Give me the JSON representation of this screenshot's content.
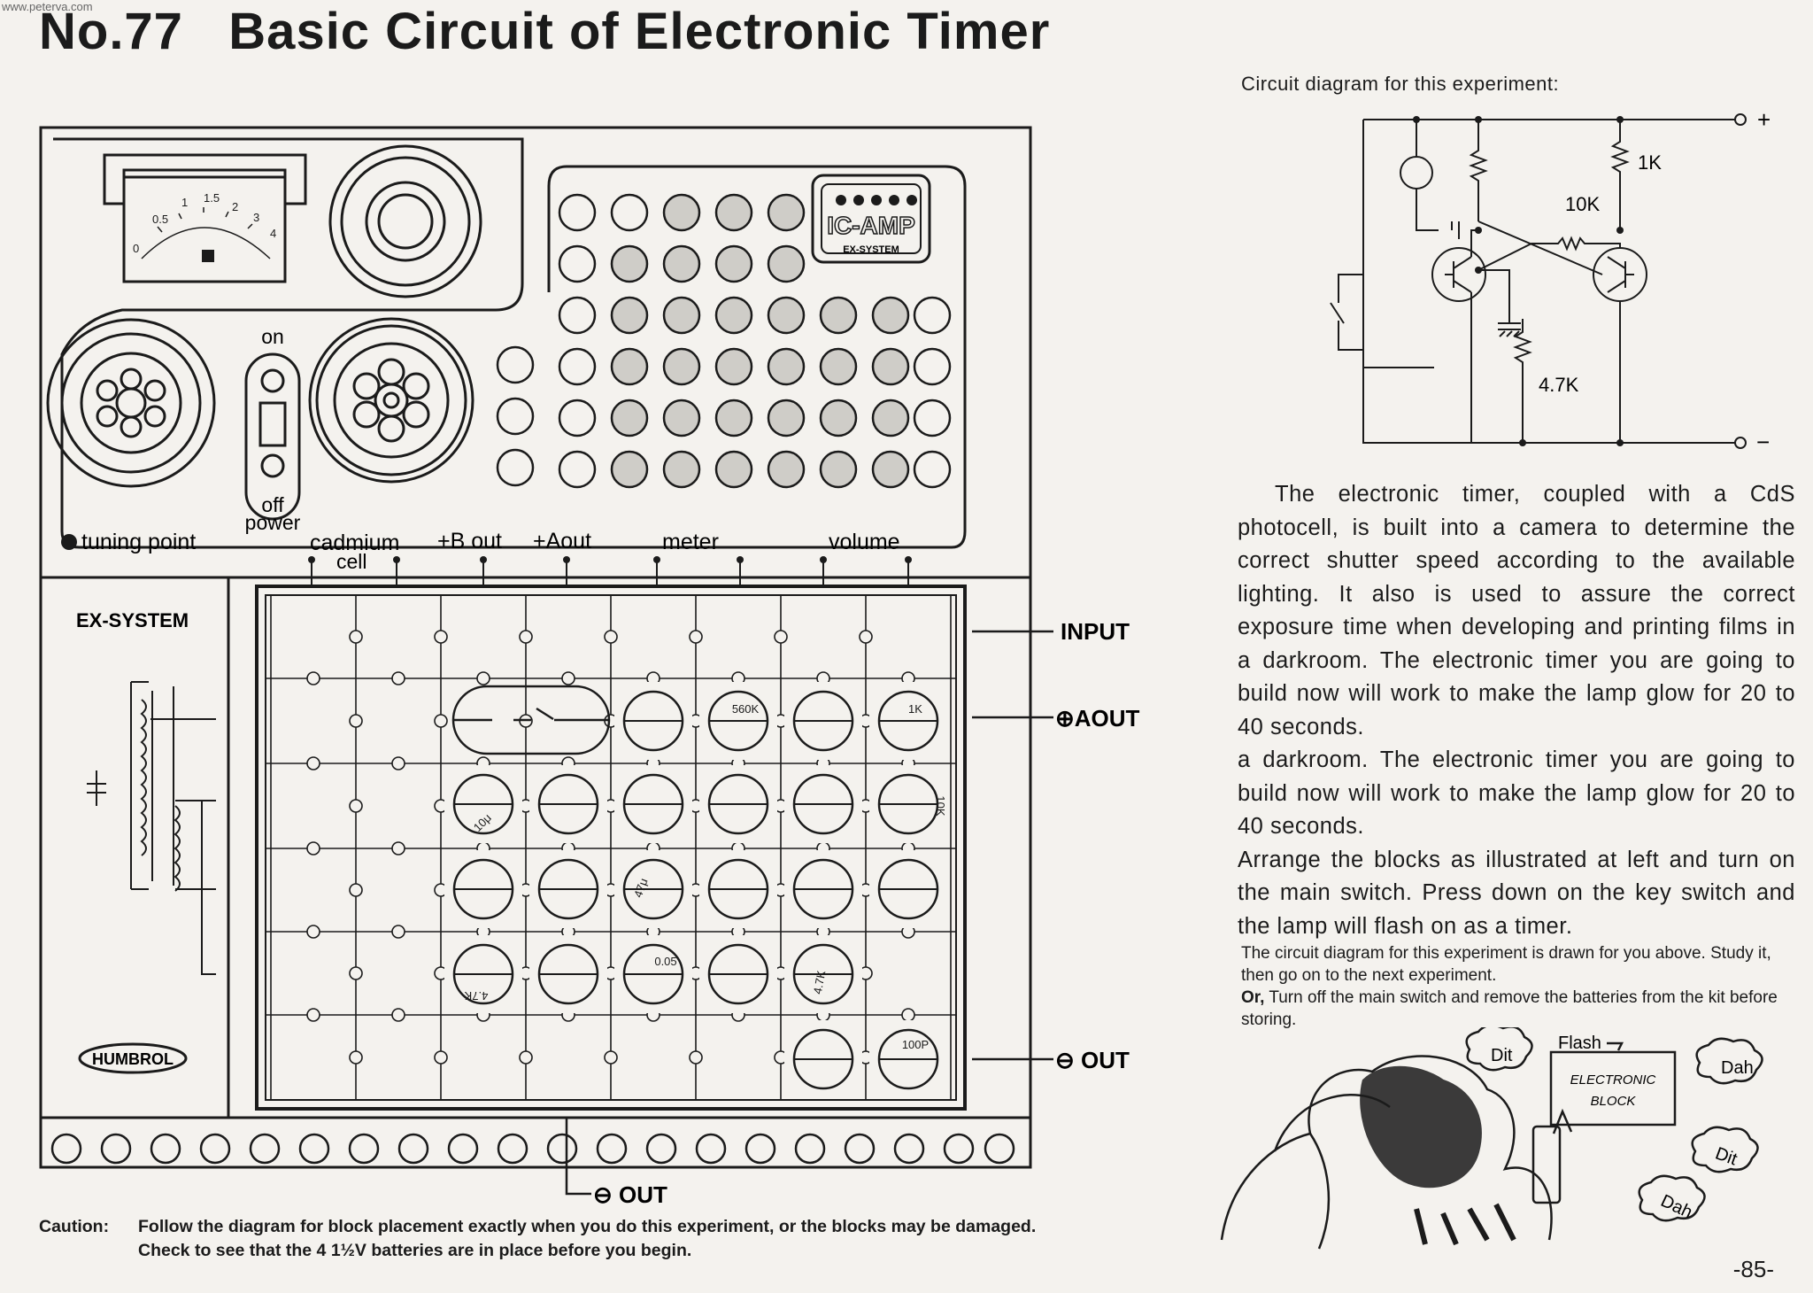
{
  "watermark": "www.peterva.com",
  "header": {
    "number": "No.77",
    "title": "Basic Circuit of Electronic Timer"
  },
  "kit": {
    "meter_scale": [
      "0",
      "0.5",
      "1",
      "1.5",
      "2",
      "3",
      "4"
    ],
    "ic_amp_logo": "IC-AMP",
    "ic_amp_sub": "EX-SYSTEM",
    "switch_on": "on",
    "switch_off": "off",
    "power": "power",
    "tuning_point": "tuning point",
    "terminals": [
      "cadmium",
      "cell",
      "+B out",
      "+Aout",
      "meter",
      "volume"
    ],
    "brand_side": "EX-SYSTEM",
    "brand_logo": "HUMBROL",
    "right_terminals": [
      "INPUT",
      "⊕AOUT",
      "⊖ OUT"
    ],
    "bottom_terminal": "⊖ OUT"
  },
  "blocks": {
    "r1": "560K",
    "r2": "1K",
    "r3": "10K",
    "cap1": "10μ",
    "cap2": "47μ",
    "r4": "4.7K",
    "cap3": "0.05",
    "r5": "4.7K",
    "cap4": "100P"
  },
  "schematic": {
    "heading": "Circuit diagram for this experiment:",
    "plus": "+",
    "minus": "−",
    "r_top": "1K",
    "r_mid": "10K",
    "r_low": "4.7K"
  },
  "body": {
    "p1": "The electronic timer, coupled with a CdS photocell, is built into a camera to determine the correct shutter speed according to the available lighting. It also is used to assure the correct exposure time when developing and printing films in a darkroom. The electronic timer you are going to build now will work to make the lamp glow for 20 to 40 seconds.",
    "p2": "a darkroom. The electronic timer you are going to build now will work to make the lamp glow for 20 to 40 seconds.",
    "p3": "Arrange the blocks as illustrated at left and turn on the main switch. Press down on the key switch and the lamp will flash on as a timer.",
    "study": "The circuit diagram for this experiment is drawn for you above. Study it, then go on to the next experiment.",
    "or_word": "Or,",
    "or_text": " Turn off the main switch and remove the batteries from the kit before storing."
  },
  "cartoon": {
    "flash": "Flash",
    "block_line1": "ELECTRONIC",
    "block_line2": "BLOCK",
    "dit1": "Dit",
    "dah1": "Dah",
    "dit2": "Dit",
    "dah2": "Dah"
  },
  "caution": {
    "label": "Caution:",
    "text": "Follow the diagram for block placement exactly when you do this experiment, or the blocks may be damaged. Check to see that the 4 1½V batteries are in place before you begin."
  },
  "page_number": "-85-"
}
